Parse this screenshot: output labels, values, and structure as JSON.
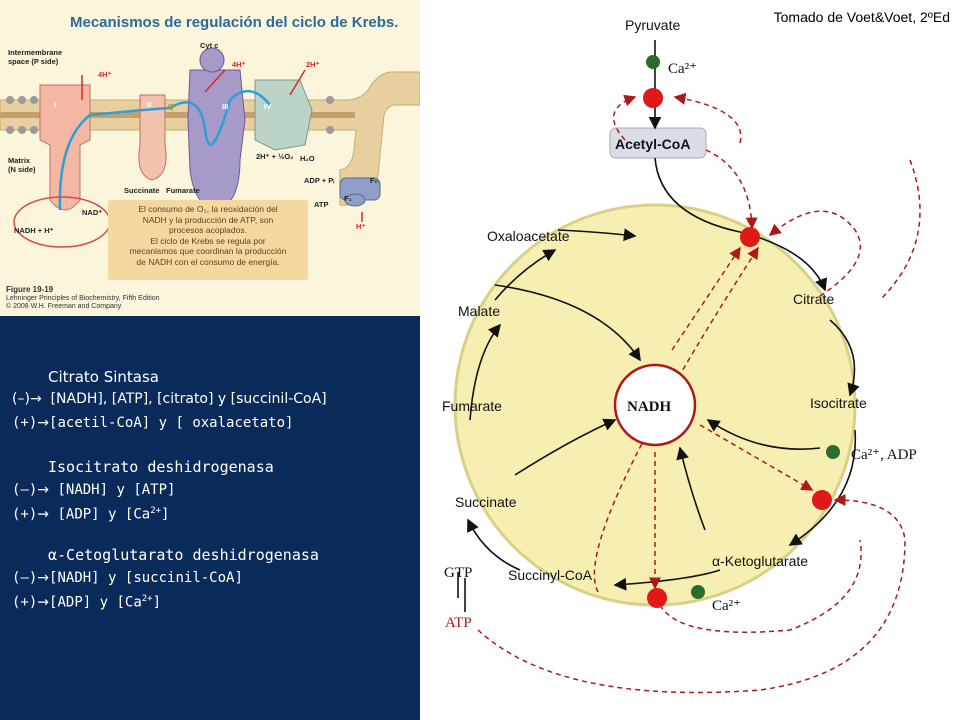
{
  "credit": "Tomado de Voet&Voet, 2ºEd",
  "figure": {
    "title": "Mecanismos de regulación del ciclo de Krebs.",
    "intermembrane": [
      "Intermembrane",
      "space (P side)"
    ],
    "matrix": [
      "Matrix",
      "(N side)"
    ],
    "complex_I": "I",
    "complex_II": "II",
    "complex_III": "III",
    "complex_IV": "IV",
    "q": "Q",
    "cyt_c": "Cyt c",
    "h4_1": "4H⁺",
    "h4_2": "4H⁺",
    "h2": "2H⁺",
    "nad": "NAD⁺",
    "nadh": "NADH + H⁺",
    "succinate": "Succinate",
    "fumarate": "Fumarate",
    "oxygen": "2H⁺ + ½O₂",
    "water": "H₂O",
    "adp": "ADP + Pᵢ",
    "atp": "ATP",
    "h_out": "H⁺",
    "fo": "F₀",
    "f1": "F₁",
    "note_lines": [
      "El consumo de O₂, la reoxidación del",
      "NADH y la producción de ATP, son",
      "procesos acoplados.",
      "El ciclo de Krebs se regula por",
      "mecanismos que coordinan la producción",
      "de NADH con el consumo de energía."
    ],
    "caption_title": "Figure 19-19",
    "caption_lines": [
      "Lehninger Principles of Biochemistry, Fifth Edition",
      "© 2008 W.H. Freeman and Company"
    ]
  },
  "regulation": {
    "citrate_synthase": {
      "title": "Citrato Sintasa",
      "neg": "[NADH], [ATP], [citrato] y [succinil-CoA]",
      "pos": "[acetil-CoA] y [ oxalacetato]"
    },
    "isocitrate_dh": {
      "title": "Isocitrato deshidrogenasa",
      "neg": "[NADH] y [ATP]",
      "pos": "[ADP] y [Ca",
      "pos_sup": "2+",
      "pos_end": "]"
    },
    "akg_dh": {
      "title": "α-Cetoglutarato deshidrogenasa",
      "neg": "[NADH] y [succinil-CoA]",
      "pos": "[ADP] y [Ca",
      "pos_sup": "2+",
      "pos_end": "]"
    },
    "neg_sign": "(–)",
    "pos_sign": "(+)",
    "arrow": "→"
  },
  "cycle": {
    "pyruvate": "Pyruvate",
    "ca_top": "Ca²⁺",
    "acetyl_coa": "Acetyl-CoA",
    "oxaloacetate": "Oxaloacetate",
    "citrate": "Citrate",
    "malate": "Malate",
    "nadh": "NADH",
    "fumarate": "Fumarate",
    "isocitrate": "Isocitrate",
    "ca_adp": "Ca²⁺, ADP",
    "succinate": "Succinate",
    "gtp": "GTP",
    "atp": "ATP",
    "succinyl_coa": "Succinyl-CoA",
    "akg": "α-Ketoglutarate",
    "ca_bottom": "Ca²⁺",
    "colors": {
      "circle": "#f7efb2",
      "inhibit": "#e01818",
      "activate": "#2b6b2b",
      "dashed": "#b01818",
      "panel": "#0a2b5a"
    }
  }
}
